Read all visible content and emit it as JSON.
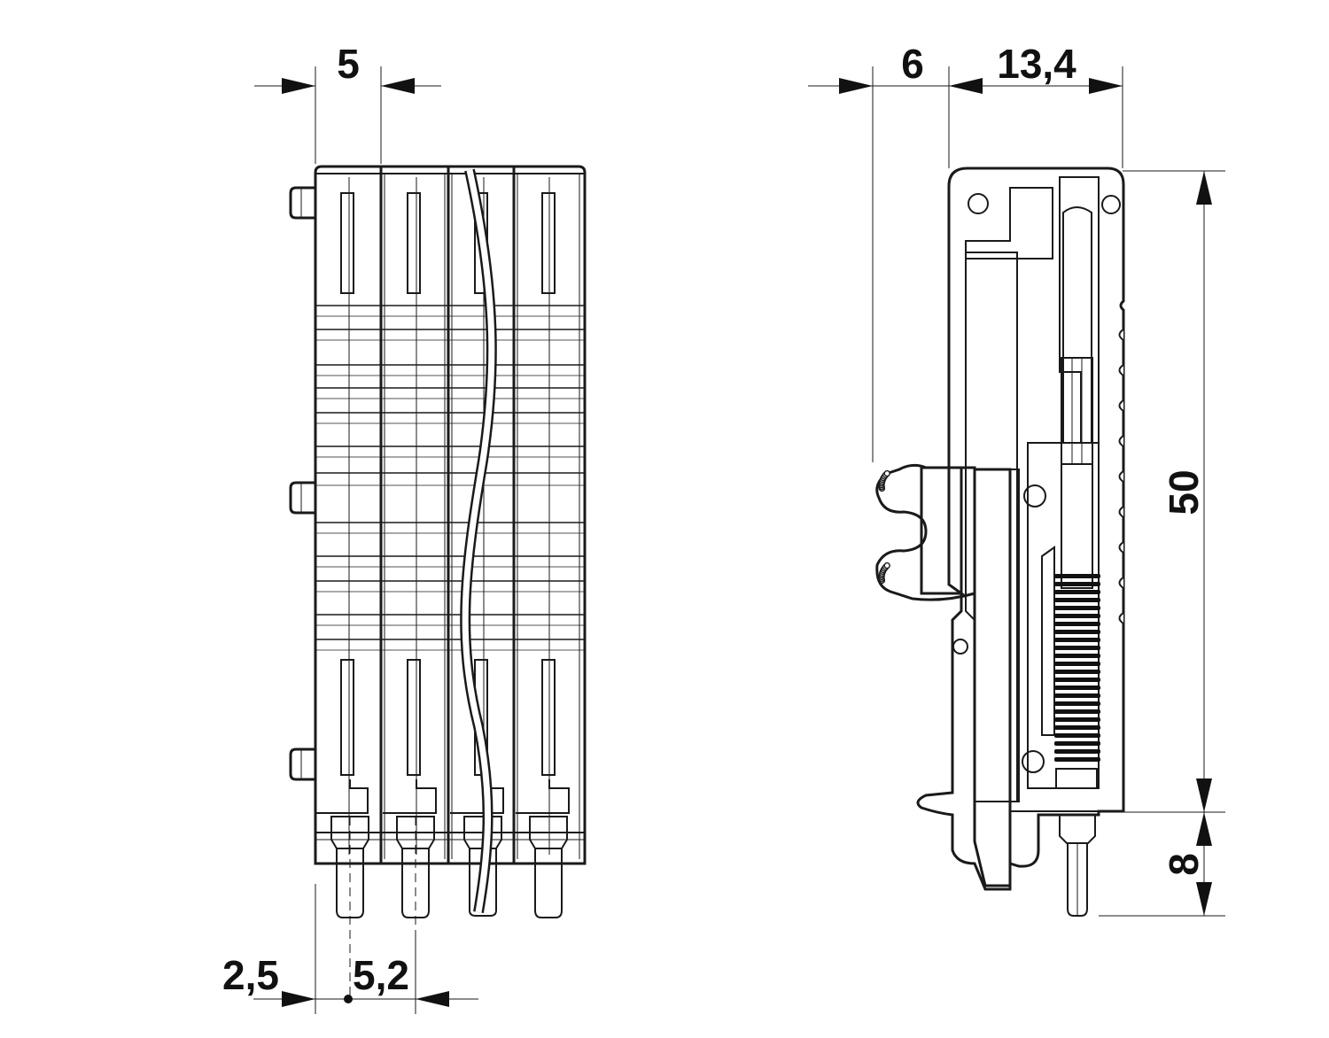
{
  "colors": {
    "line": "#1a1a1a",
    "hatch": "#444444",
    "pin_fill": "#d9d9d9",
    "plunger_fill": "#dcdcdc",
    "spring": "#111111",
    "background": "#ffffff"
  },
  "dimensions": {
    "front_pitch": "5",
    "front_offset": "2,5",
    "front_pin_spacing": "5,2",
    "side_left": "6",
    "side_width": "13,4",
    "side_height": "50",
    "side_pin_length": "8"
  }
}
